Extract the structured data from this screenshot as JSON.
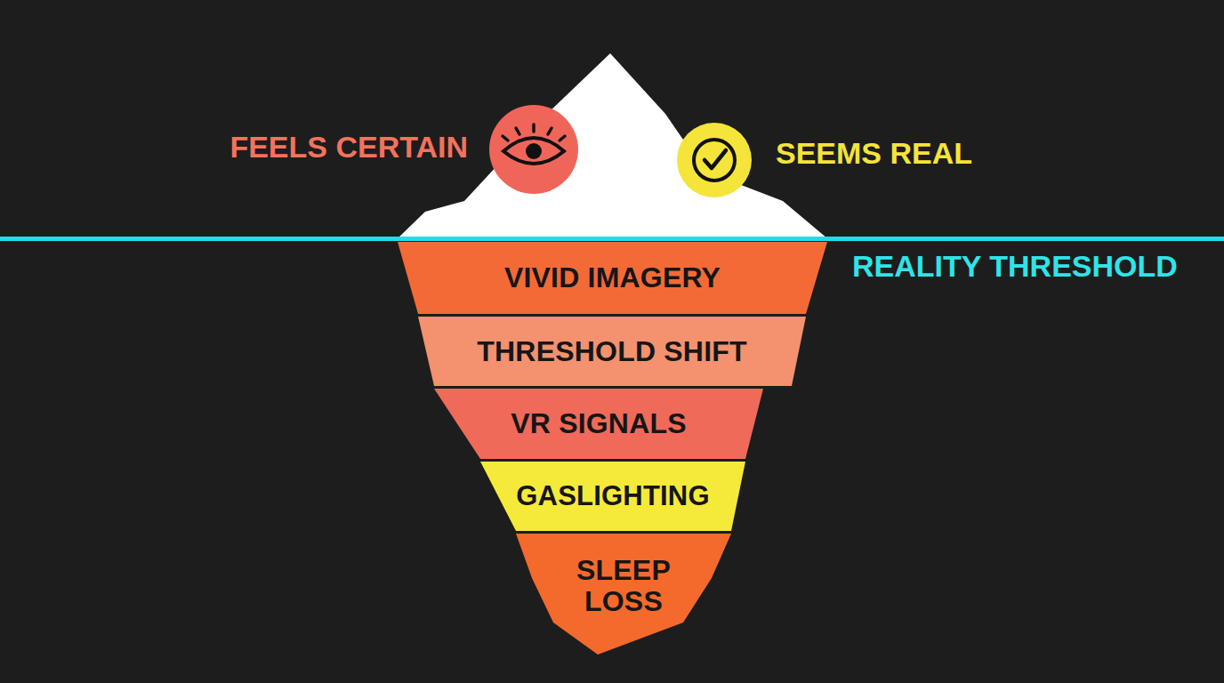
{
  "diagram": {
    "nodes": [
      {
        "text": [
          "VIVID IMAGERY"
        ]
      },
      {
        "text": [
          "THRESHOLD SHIFT"
        ]
      },
      {
        "text": [
          "VR SIGNALS"
        ]
      },
      {
        "text": [
          "GASLIGHTING"
        ]
      },
      {
        "text": [
          "SLEEP LOSS"
        ]
      }
    ],
    "labels": [
      "FEELS CERTAIN",
      "SEEMS REAL",
      "REALITY THRESHOLD"
    ]
  }
}
